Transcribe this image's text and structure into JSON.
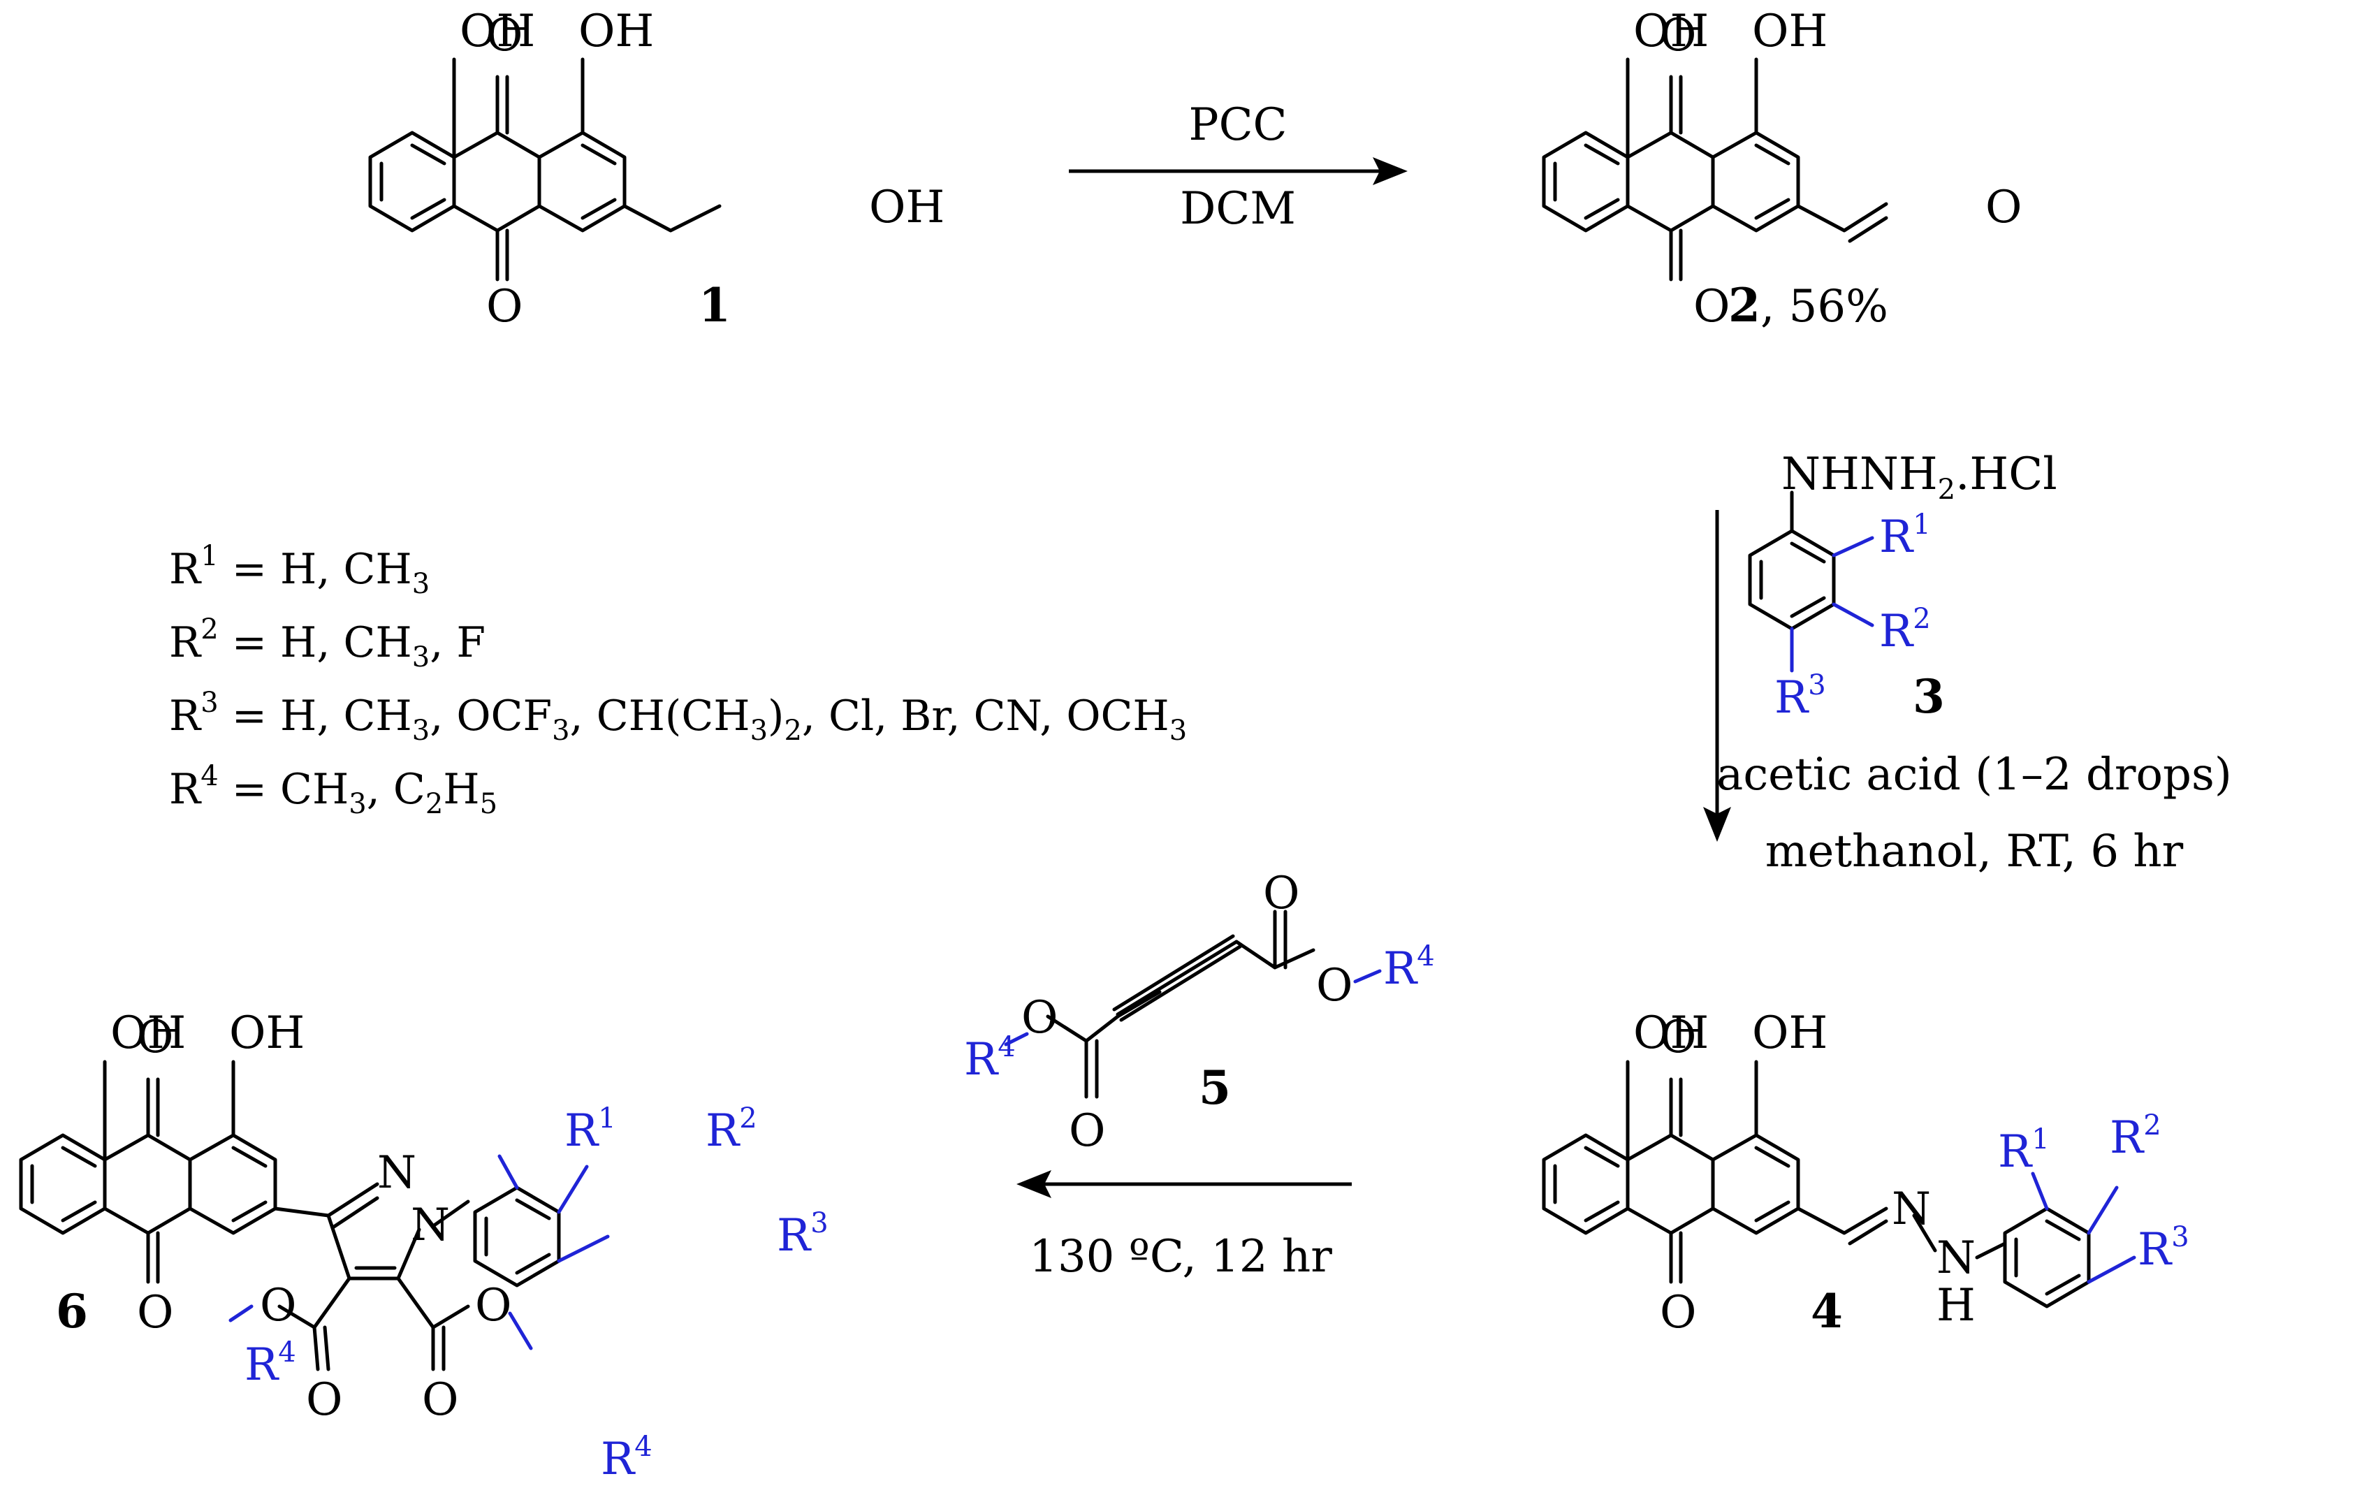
{
  "compound1": {
    "number": "1",
    "OH_left": "OH",
    "OH_right": "OH",
    "O_top": "O",
    "O_bottom": "O",
    "CH2OH": "OH"
  },
  "step1": {
    "reagent": "PCC",
    "solvent": "DCM"
  },
  "compound2": {
    "number": "2",
    "yield": ", 56%",
    "OH_left": "OH",
    "OH_right": "OH",
    "O_top": "O",
    "O_bottom": "O",
    "CHO": "O"
  },
  "reagent3": {
    "number": "3",
    "hydrazine": "NHNH",
    "sub2": "2",
    "salt": ".HCl",
    "R1": "R",
    "R1_sup": "1",
    "R2": "R",
    "R2_sup": "2",
    "R3": "R",
    "R3_sup": "3"
  },
  "step2": {
    "line1": "acetic acid (1–2 drops)",
    "line2": "methanol, RT, 6 hr"
  },
  "r_defs": [
    {
      "R": "R",
      "sup": "1",
      "text": " = H, CH",
      "tail": [
        {
          "sub": "3",
          "t": ""
        }
      ]
    },
    {
      "R": "R",
      "sup": "2",
      "text": " = H, CH",
      "tail": [
        {
          "sub": "3",
          "t": ", F"
        }
      ]
    },
    {
      "R": "R",
      "sup": "3",
      "text": " = H, CH",
      "tail": [
        {
          "sub": "3",
          "t": ", OCF"
        },
        {
          "sub": "3",
          "t": ", CH(CH"
        },
        {
          "sub": "3",
          "t": ")"
        },
        {
          "sub": "2",
          "t": ", Cl, Br, CN, OCH"
        },
        {
          "sub": "3",
          "t": ""
        }
      ]
    },
    {
      "R": "R",
      "sup": "4",
      "text": " = CH",
      "tail": [
        {
          "sub": "3",
          "t": ", C"
        },
        {
          "sub": "2",
          "t": "H"
        },
        {
          "sub": "5",
          "t": ""
        }
      ]
    }
  ],
  "compound4": {
    "number": "4",
    "OH_left": "OH",
    "OH_right": "OH",
    "O_top": "O",
    "O_bottom": "O",
    "N1": "N",
    "N2": "N",
    "H": "H",
    "R1": "R",
    "R1_sup": "1",
    "R2": "R",
    "R2_sup": "2",
    "R3": "R",
    "R3_sup": "3"
  },
  "reagent5": {
    "number": "5",
    "O_carbonyl_left": "O",
    "O_carbonyl_right": "O",
    "O_ester_left": "O",
    "O_ester_right": "O",
    "R4_left": "R",
    "R4_right": "R",
    "R4_sup": "4"
  },
  "step3": {
    "conditions": "130 ºC, 12 hr"
  },
  "compound6": {
    "number": "6",
    "OH_left": "OH",
    "OH_right": "OH",
    "O_top": "O",
    "O_bottom": "O",
    "N1": "N",
    "N2": "N",
    "R1": "R",
    "R1_sup": "1",
    "R2": "R",
    "R2_sup": "2",
    "R3": "R",
    "R3_sup": "3",
    "O_est1": "O",
    "O_est2": "O",
    "O_c1": "O",
    "O_c2": "O",
    "R4": "R",
    "R4_sup": "4"
  }
}
